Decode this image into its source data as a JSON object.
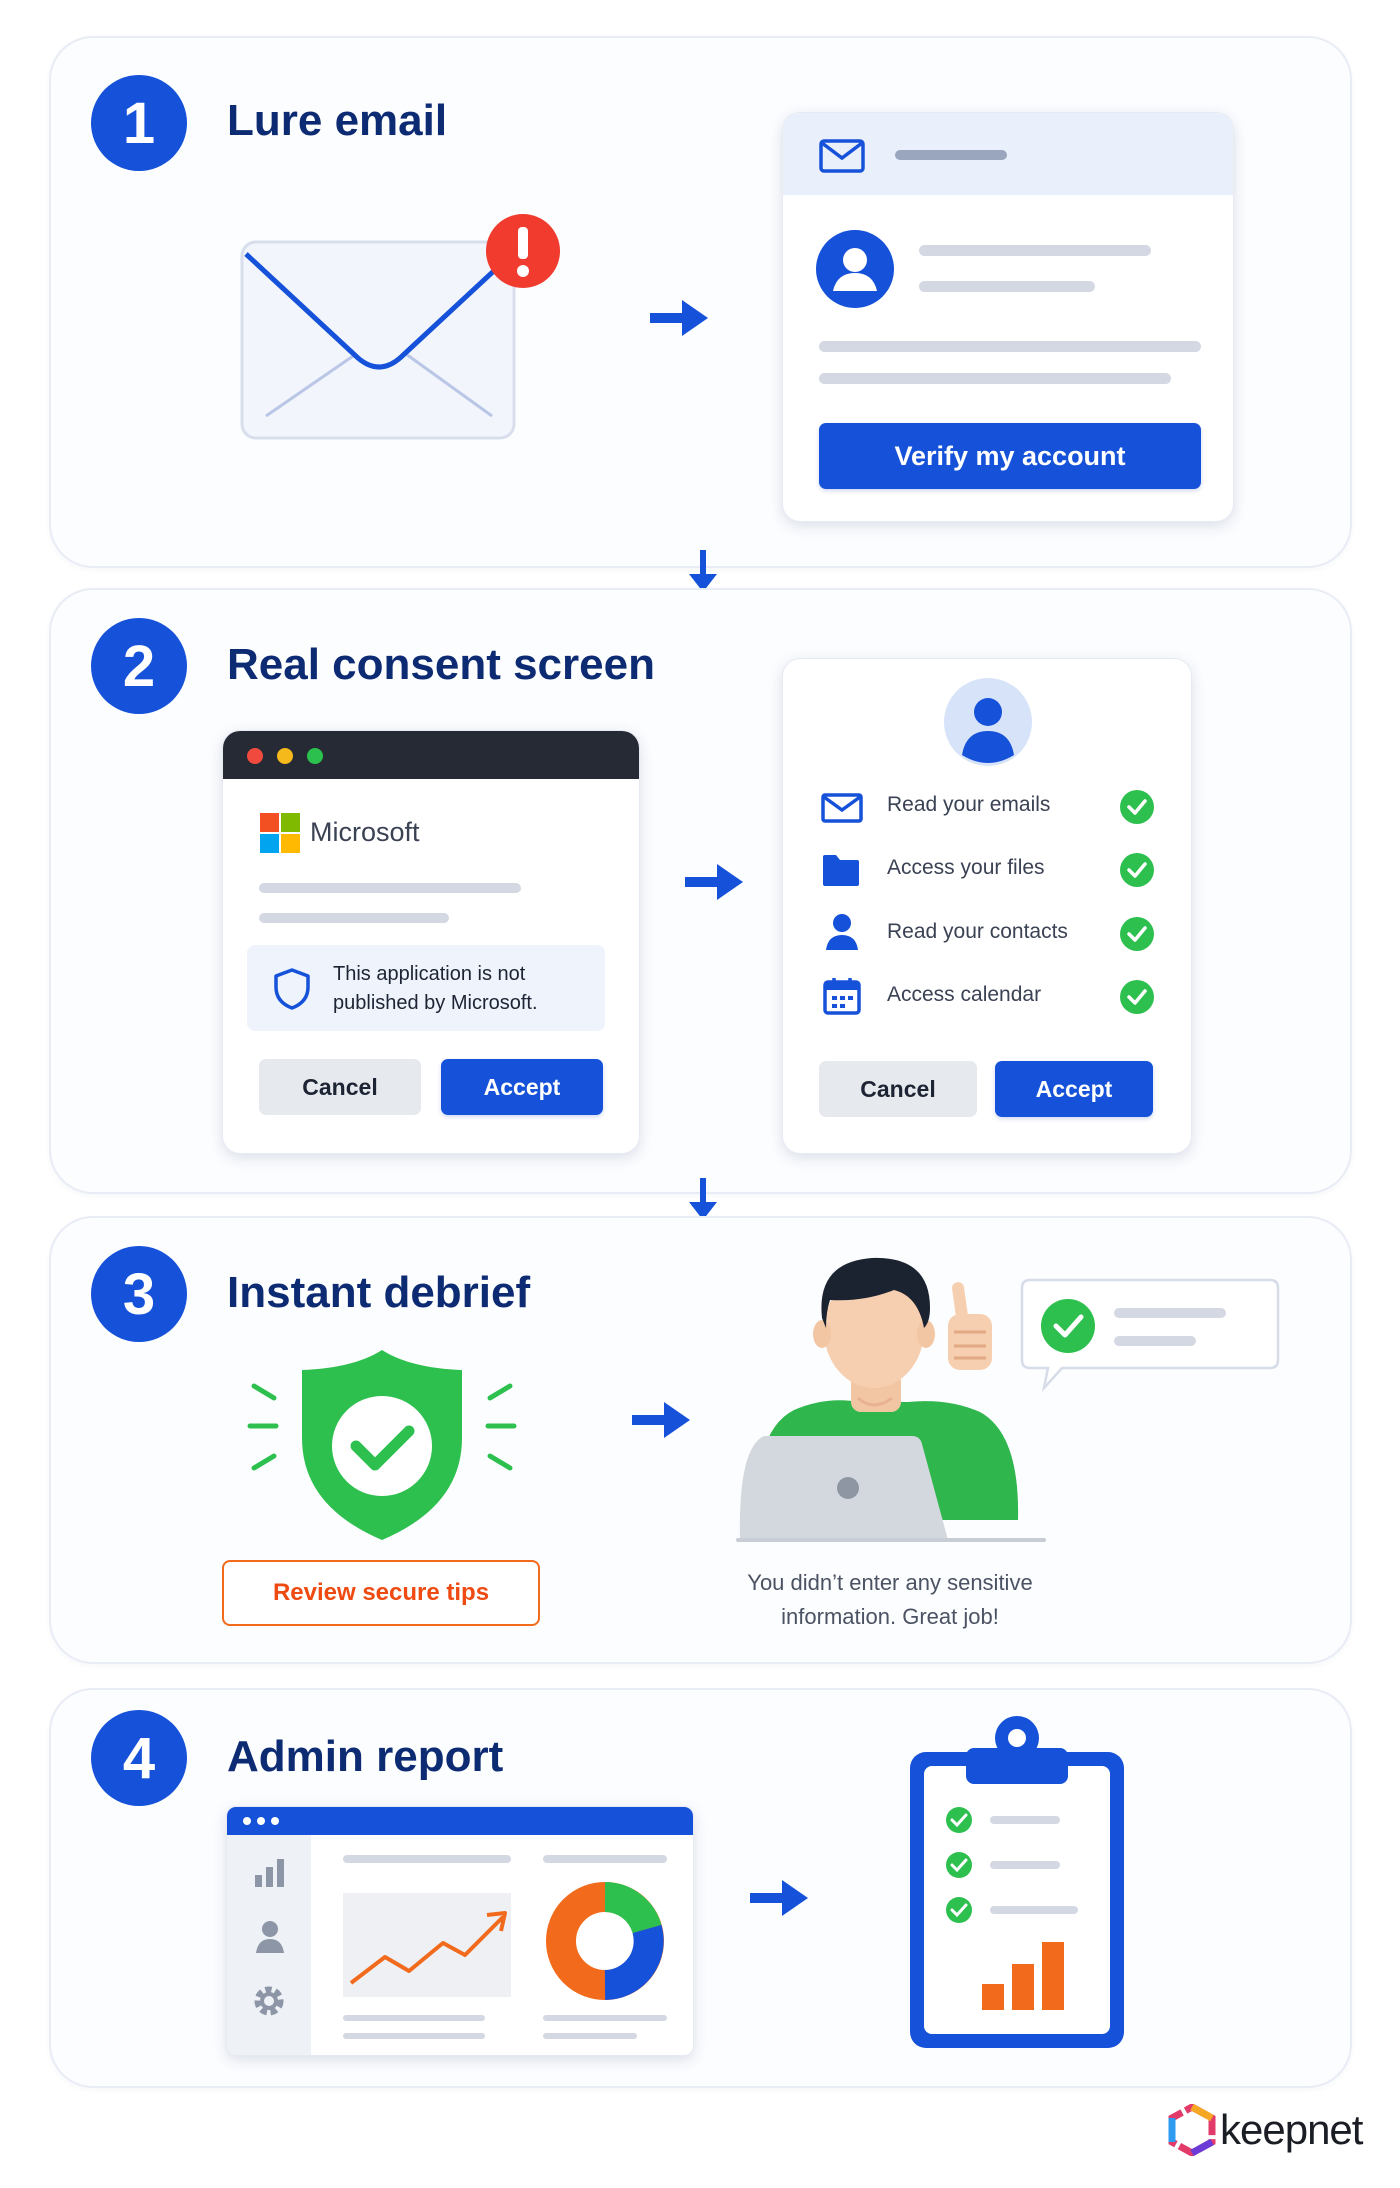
{
  "steps": [
    {
      "number": "1",
      "title": "Lure email"
    },
    {
      "number": "2",
      "title": "Real consent screen"
    },
    {
      "number": "3",
      "title": "Instant debrief"
    },
    {
      "number": "4",
      "title": "Admin report"
    }
  ],
  "lure": {
    "cta_label": "Verify my account"
  },
  "consent": {
    "brand": "Microsoft",
    "warning": [
      "This application is not",
      "published by Microsoft."
    ],
    "cancel_label": "Cancel",
    "accept_label": "Accept",
    "permissions": [
      {
        "label": "Read your emails",
        "icon": "mail-icon"
      },
      {
        "label": "Access your files",
        "icon": "folder-icon"
      },
      {
        "label": "Read your contacts",
        "icon": "person-icon"
      },
      {
        "label": "Access calendar",
        "icon": "calendar-icon"
      }
    ]
  },
  "debrief": {
    "review_label": "Review secure tips",
    "message": [
      "You didn’t enter any sensitive",
      "information. Great job!"
    ]
  },
  "logo_text": "keepnet",
  "colors": {
    "primary_blue": "#1552d9",
    "navy": "#0d2b73",
    "success_green": "#2ec04f",
    "alert_red": "#f03b2e",
    "warning_orange": "#f26a1b"
  }
}
